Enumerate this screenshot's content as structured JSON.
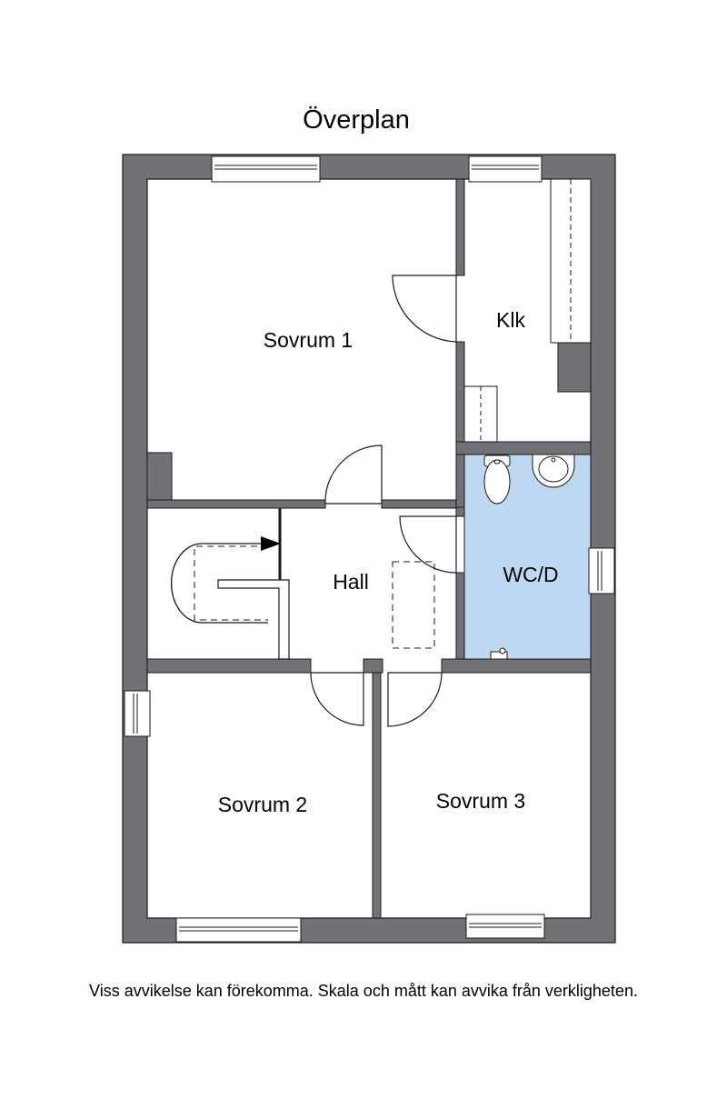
{
  "title": "Överplan",
  "rooms": {
    "sovrum1": "Sovrum 1",
    "klk": "Klk",
    "hall": "Hall",
    "wcd": "WC/D",
    "sovrum2": "Sovrum 2",
    "sovrum3": "Sovrum 3"
  },
  "disclaimer": "Viss avvikelse kan förekomma. Skala och mått kan avvika från verkligheten.",
  "colors": {
    "wall": "#707276",
    "wc_fill": "#bdd8f0",
    "line": "#1a1a1a"
  }
}
